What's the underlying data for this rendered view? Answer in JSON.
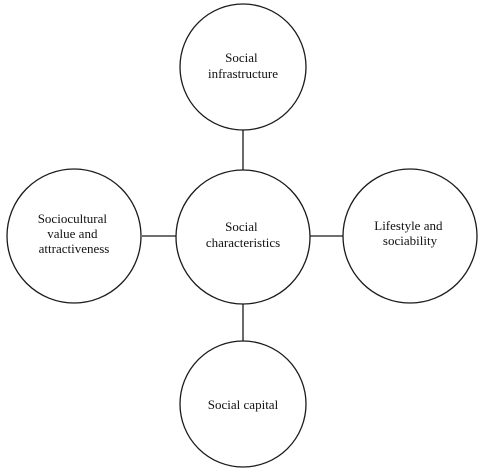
{
  "diagram": {
    "center": {
      "lines": [
        "Social",
        "characteristics"
      ]
    },
    "top": {
      "lines": [
        "Social",
        "infrastructure"
      ]
    },
    "left": {
      "lines": [
        "Sociocultural",
        "value and",
        "attractiveness"
      ]
    },
    "right": {
      "lines": [
        "Lifestyle and",
        "sociability"
      ]
    },
    "bottom": {
      "lines": [
        "Social capital"
      ]
    }
  }
}
